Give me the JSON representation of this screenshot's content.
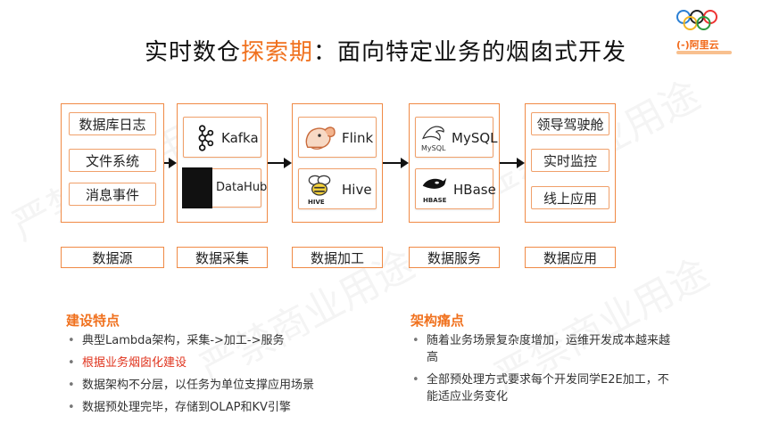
{
  "title": {
    "prefix": "实时数仓",
    "highlight": "探索期",
    "suffix": "：面向特定业务的烟囱式开发"
  },
  "brand": {
    "logo_text": "(-)阿里云"
  },
  "columns": [
    {
      "items": [
        "数据库日志",
        "文件系统",
        "消息事件"
      ],
      "label": "数据源"
    },
    {
      "items": [
        "Kafka",
        "DataHub"
      ],
      "label": "数据采集"
    },
    {
      "items": [
        "Flink",
        "Hive"
      ],
      "label": "数据加工"
    },
    {
      "items": [
        "MySQL",
        "HBase"
      ],
      "label": "数据服务",
      "subtexts": [
        "MySQL",
        "HBASE"
      ]
    },
    {
      "items": [
        "领导驾驶舱",
        "实时监控",
        "线上应用"
      ],
      "label": "数据应用"
    }
  ],
  "hive_sub": "HIVE",
  "features": {
    "title": "建设特点",
    "items": [
      {
        "text": "典型Lambda架构，采集->加工->服务",
        "highlight": false
      },
      {
        "text": "根据业务烟囱化建设",
        "highlight": true
      },
      {
        "text": "数据架构不分层，以任务为单位支撑应用场景",
        "highlight": false
      },
      {
        "text": "数据预处理完毕，存储到OLAP和KV引擎",
        "highlight": false
      }
    ]
  },
  "pain_points": {
    "title": "架构痛点",
    "items": [
      {
        "text": "随着业务场景复杂度增加，运维开发成本越来越高"
      },
      {
        "text": "全部预处理方式要求每个开发同学E2E加工，不能适应业务变化"
      }
    ]
  },
  "watermark": "严禁商业用途",
  "colors": {
    "accent": "#f0711e",
    "border": "#f08a45",
    "red": "#e0341e"
  }
}
